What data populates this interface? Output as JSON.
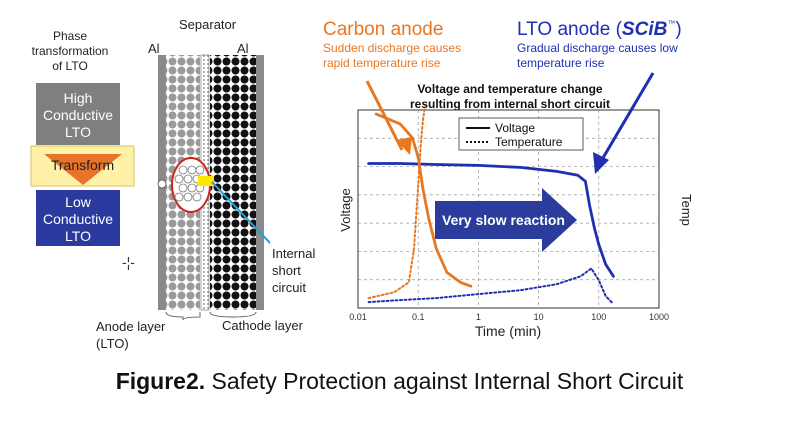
{
  "left": {
    "phase_title": [
      "Phase",
      "transformation",
      "of LTO"
    ],
    "high_box": [
      "High",
      "Conductive",
      "LTO"
    ],
    "transform": "Transform",
    "low_box": [
      "Low",
      "Conductive",
      "LTO"
    ],
    "separator": "Separator",
    "al_left": "Al",
    "al_right": "Al",
    "internal_short": [
      "Internal",
      "short",
      "circuit"
    ],
    "anode_layer": [
      "Anode layer",
      "(LTO)"
    ],
    "cathode_layer": "Cathode layer"
  },
  "annotations": {
    "carbon_title": "Carbon anode",
    "carbon_desc": [
      "Sudden discharge causes",
      "rapid temperature rise"
    ],
    "lto_title_prefix": "LTO anode (",
    "lto_brand": "SCiB",
    "lto_tm": "™",
    "lto_title_suffix": ")",
    "lto_desc": [
      "Gradual discharge causes low",
      "temperature rise"
    ]
  },
  "chart_title": [
    "Voltage and temperature change",
    "resulting from internal short circuit"
  ],
  "arrow_label": "Very slow reaction",
  "colors": {
    "carbon": "#e87722",
    "lto": "#1f2fb0",
    "arrow_fill": "#2b3c9c",
    "high_box": "#7f7f7f",
    "low_box": "#2b3a9e",
    "transform_fill": "#fff2a8",
    "transform_arrow": "#e8742a",
    "callout": "#1ea0d8"
  },
  "chart_data": {
    "type": "line",
    "title": "Voltage and temperature change resulting from internal short circuit",
    "xlabel": "Time (min)",
    "ylabel_left": "Voltage",
    "ylabel_right": "Temp",
    "x_scale": "log",
    "xlim": [
      0.01,
      1000
    ],
    "x_ticks": [
      {
        "value": 0.01,
        "label": "0.01"
      },
      {
        "value": 0.1,
        "label": "0.1"
      },
      {
        "value": 1,
        "label": "1"
      },
      {
        "value": 10,
        "label": "10"
      },
      {
        "value": 100,
        "label": "100"
      },
      {
        "value": 1000,
        "label": "1000"
      }
    ],
    "ylim": [
      0,
      1
    ],
    "grid": true,
    "legend": {
      "position": "top-center",
      "entries": [
        {
          "label": "Voltage",
          "style": "solid"
        },
        {
          "label": "Temperature",
          "style": "dotted"
        }
      ]
    },
    "series": [
      {
        "key": "lto_voltage",
        "color": "#1f2fb0",
        "style": "solid",
        "x": [
          0.015,
          0.05,
          0.2,
          1,
          5,
          20,
          45,
          60,
          70,
          85,
          100,
          130,
          175
        ],
        "y": [
          0.73,
          0.73,
          0.725,
          0.72,
          0.71,
          0.69,
          0.67,
          0.64,
          0.52,
          0.4,
          0.32,
          0.22,
          0.16
        ]
      },
      {
        "key": "lto_temperature",
        "color": "#1f2fb0",
        "style": "dotted",
        "x": [
          0.015,
          0.05,
          0.2,
          1,
          5,
          20,
          50,
          75,
          100,
          130,
          175
        ],
        "y": [
          0.03,
          0.04,
          0.05,
          0.07,
          0.09,
          0.12,
          0.16,
          0.2,
          0.14,
          0.06,
          0.02
        ]
      },
      {
        "key": "carbon_voltage",
        "color": "#e87722",
        "style": "solid",
        "x": [
          0.02,
          0.05,
          0.08,
          0.1,
          0.12,
          0.15,
          0.2,
          0.3,
          0.5,
          0.75
        ],
        "y": [
          0.98,
          0.93,
          0.86,
          0.76,
          0.6,
          0.45,
          0.3,
          0.18,
          0.13,
          0.11
        ]
      },
      {
        "key": "carbon_temperature",
        "color": "#e87722",
        "style": "dotted",
        "x": [
          0.015,
          0.04,
          0.07,
          0.085,
          0.1,
          0.11,
          0.12,
          0.13
        ],
        "y": [
          0.05,
          0.08,
          0.13,
          0.3,
          0.62,
          0.82,
          0.95,
          1.02
        ]
      }
    ]
  },
  "caption": {
    "bold": "Figure2.",
    "rest": " Safety Protection against Internal Short Circuit"
  }
}
